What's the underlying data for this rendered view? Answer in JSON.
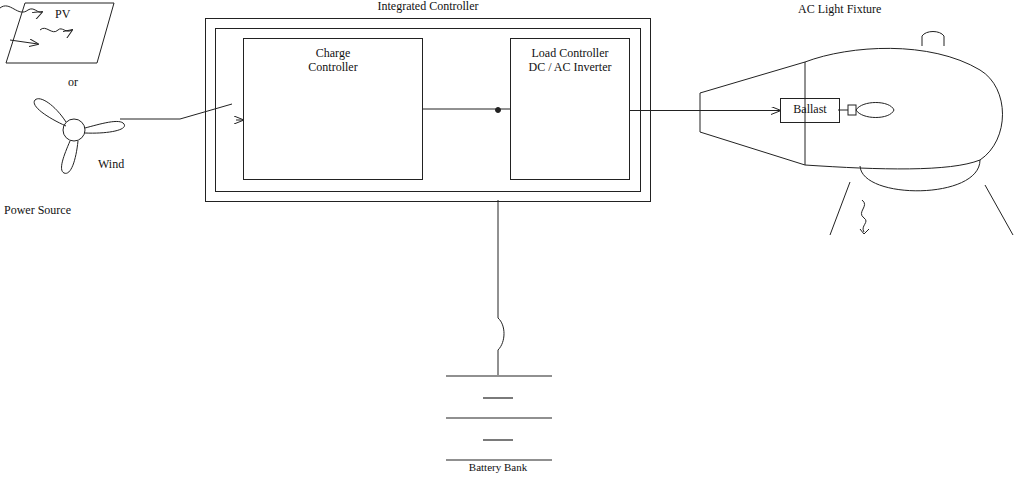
{
  "diagram": {
    "nodes": [
      {
        "text": [
          "PV"
        ]
      },
      {
        "text": [
          "Integrated Controller"
        ]
      },
      {
        "text": [
          "Charge Controller"
        ],
        "in": 1
      },
      {
        "text": [
          "Load Controller DC / AC Inverter"
        ],
        "in": 1
      },
      {
        "text": [
          "AC Light Fixture"
        ]
      },
      {
        "text": [
          "Ballast"
        ],
        "in": 4
      }
    ],
    "edges": [
      {
        "from": 2,
        "to": 3,
        "arrow": "none"
      },
      {
        "from": 3,
        "to": 5,
        "arrow": "to"
      }
    ],
    "labels": [
      "or",
      "Wind",
      "Power Source",
      "Battery Bank"
    ]
  }
}
